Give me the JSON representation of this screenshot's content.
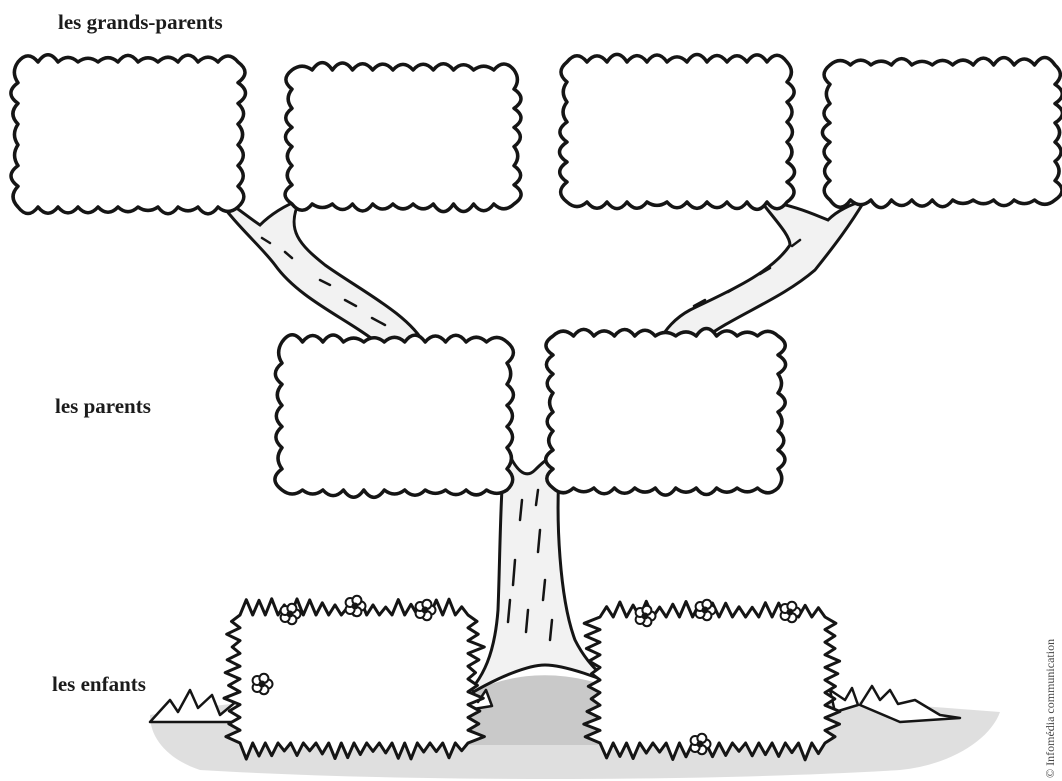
{
  "labels": {
    "grandparents": "les grands-parents",
    "parents": "les parents",
    "children": "les enfants"
  },
  "credit": "© Infomédia communication",
  "colors": {
    "ink": "#151515",
    "ground": "#dcdcdc",
    "box_fill": "#ffffff"
  }
}
